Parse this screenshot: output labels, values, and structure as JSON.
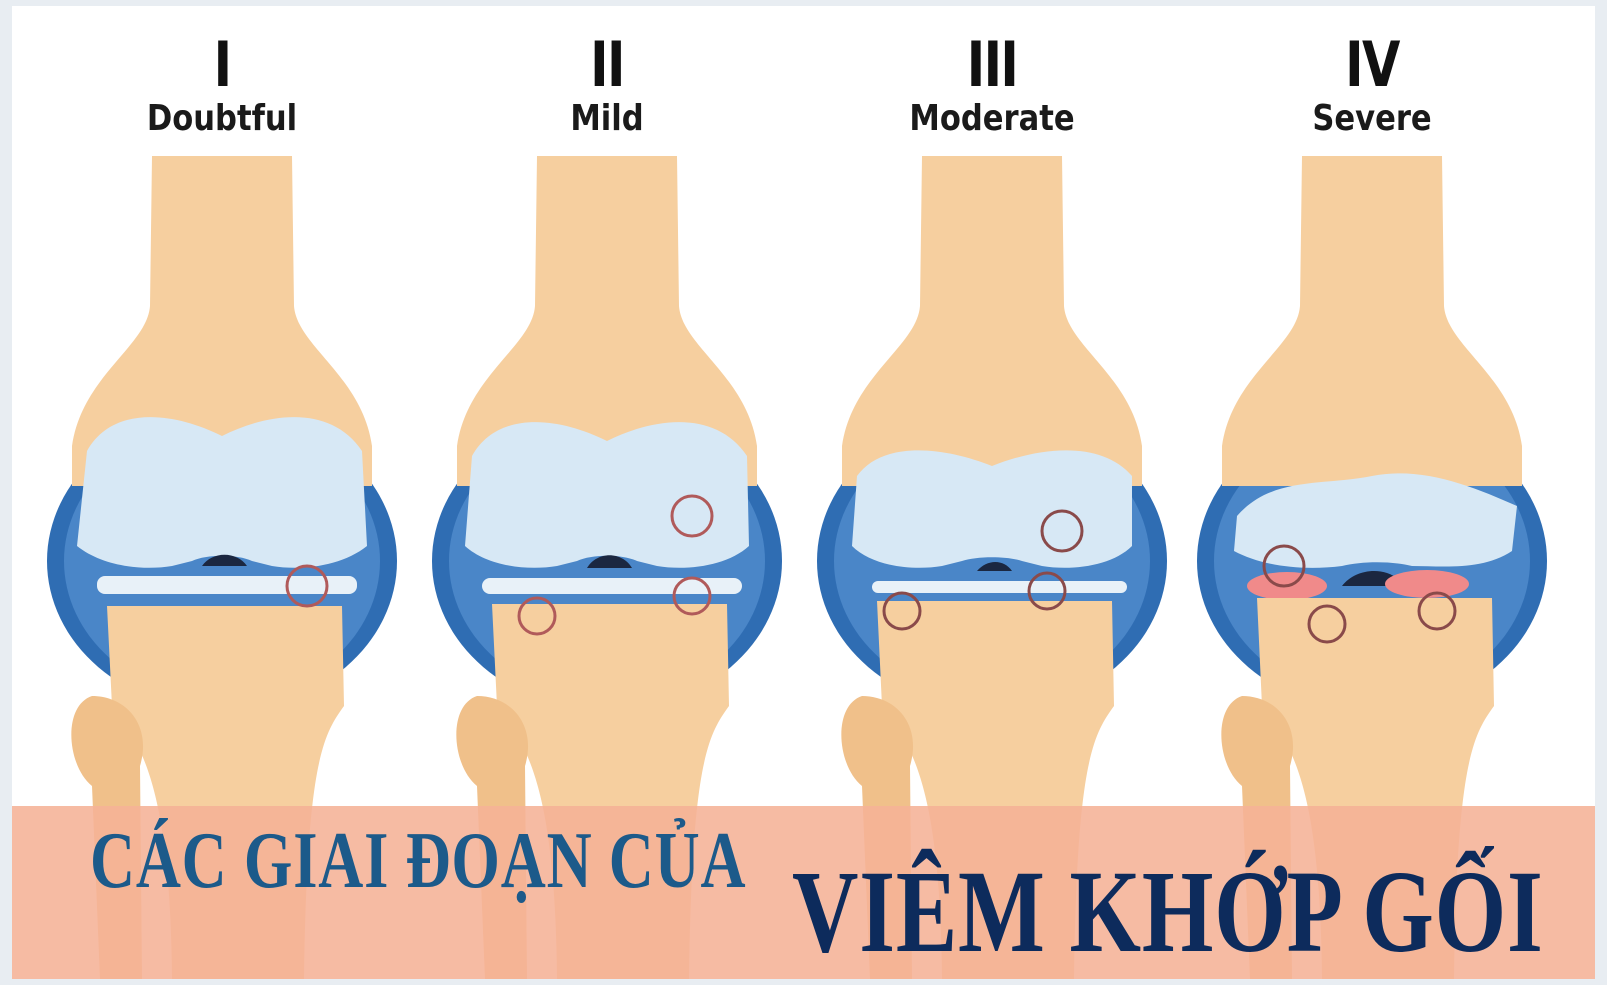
{
  "stages": [
    {
      "numeral": "I",
      "label": "Doubtful"
    },
    {
      "numeral": "II",
      "label": "Mild"
    },
    {
      "numeral": "III",
      "label": "Moderate"
    },
    {
      "numeral": "IV",
      "label": "Severe"
    }
  ],
  "title": {
    "line1": "CÁC GIAI ĐOẠN CỦA",
    "line2": "VIÊM KHỚP GỐI"
  },
  "colors": {
    "bone": "#f6cf9f",
    "bone_shade": "#e9b37b",
    "cartilage": "#d7e8f5",
    "capsule": "#2f6db3",
    "banner": "#f5b296",
    "title_primary": "#1c5a8a",
    "title_secondary": "#0d2b5c",
    "inflammation": "#f08a8a"
  }
}
